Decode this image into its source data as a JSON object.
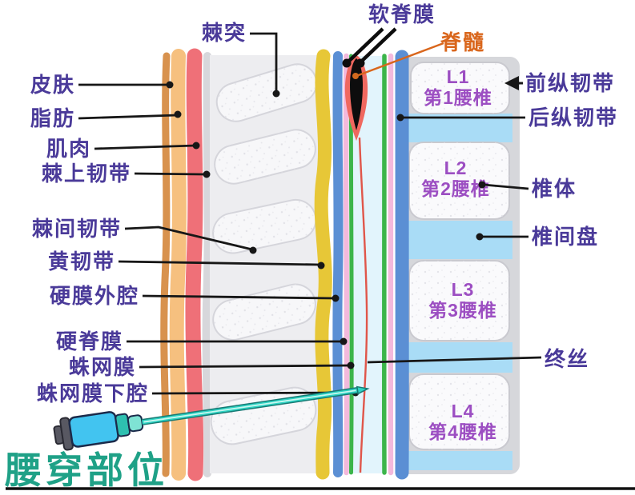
{
  "labels": {
    "left": [
      "皮肤",
      "脂肪",
      "肌肉",
      "棘上韧带",
      "棘间韧带",
      "黄韧带",
      "硬膜外腔",
      "硬脊膜",
      "蛛网膜",
      "蛛网膜下腔"
    ],
    "top": {
      "spinous_process": "棘突",
      "pia_mater": "软脊膜",
      "spinal_cord": "脊髓"
    },
    "right": {
      "anterior_longitudinal_ligament": "前纵韧带",
      "posterior_longitudinal_ligament": "后纵韧带",
      "vertebral_body": "椎体",
      "intervertebral_disc": "椎间盘",
      "filum_terminale": "终丝"
    },
    "puncture_site": "腰穿部位"
  },
  "vertebrae": [
    {
      "code": "L1",
      "name": "第1腰椎"
    },
    {
      "code": "L2",
      "name": "第2腰椎"
    },
    {
      "code": "L3",
      "name": "第3腰椎"
    },
    {
      "code": "L4",
      "name": "第4腰椎"
    }
  ],
  "palette": {
    "label_text": "#4a3a99",
    "spinal_cord_label": "#d9661c",
    "puncture_label": "#1fa187",
    "vertebra_label": "#9c4ec2",
    "leader_line": "#171717",
    "skin": "#d8924e",
    "fat": "#f6c07f",
    "muscle": "#ef7078",
    "supraspinous_ligament": "#d7d7db",
    "muscle_region": "#ededf0",
    "spinous_process_fill": "#f7f7f9",
    "spinous_process_stroke": "#d5d5db",
    "ligamentum_flavum": "#e7c737",
    "epidural_space": "#5b8fd4",
    "dura_mater": "#f3b9dc",
    "arachnoid": "#3cb54a",
    "csf": "#e2f4fc",
    "pia_mater": "#f0685f",
    "spinal_cord": "#0d0d0d",
    "filum": "#e0564a",
    "pll_band": "#5b8fd4",
    "disc": "#a9dcf6",
    "column_gray": "#d6d7db",
    "body_fill": "#fafafc",
    "needle": "#2ed3c3",
    "syringe_barrel": "#42c4f0"
  }
}
